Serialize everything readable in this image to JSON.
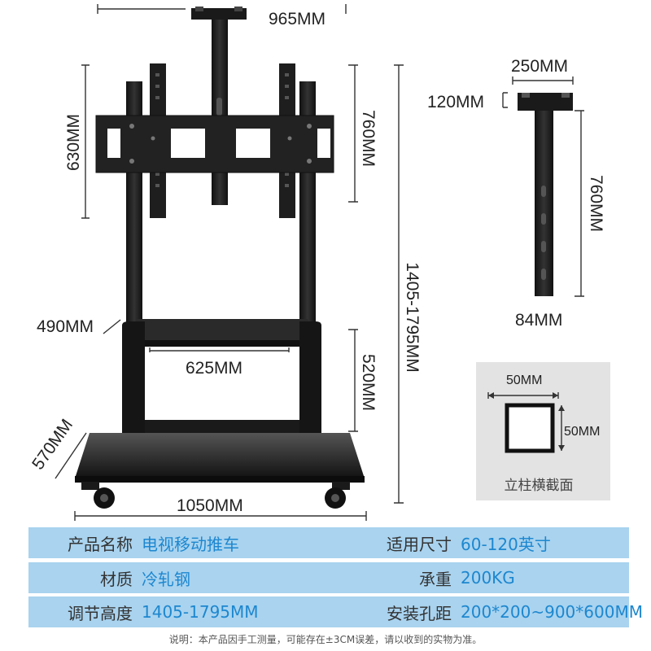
{
  "dimensions": {
    "top_width": "965MM",
    "mount_height": "630MM",
    "bracket_height": "760MM",
    "total_height": "1405-1795MM",
    "shelf_depth": "490MM",
    "shelf_width": "625MM",
    "shelf_height": "520MM",
    "base_depth": "570MM",
    "base_width": "1050MM",
    "arm_width": "250MM",
    "arm_depth": "120MM",
    "arm_height": "760MM",
    "arm_bottom": "84MM"
  },
  "cross_section": {
    "width": "50MM",
    "height": "50MM",
    "caption": "立柱横截面"
  },
  "specs": [
    [
      {
        "label": "产品名称",
        "value": "电视移动推车"
      },
      {
        "label": "适用尺寸",
        "value": "60-120英寸"
      }
    ],
    [
      {
        "label": "材质",
        "value": "冷轧钢"
      },
      {
        "label": "承重",
        "value": "200KG"
      }
    ],
    [
      {
        "label": "调节高度",
        "value": "1405-1795MM"
      },
      {
        "label": "安装孔距",
        "value": "200*200~900*600MM"
      }
    ]
  ],
  "note": "说明：本产品因手工测量，可能存在±3CM误差，请以收到的实物为准。",
  "colors": {
    "accent": "#1d87cf",
    "row_bg": "#a9d3ef",
    "product": "#1a1a1a"
  }
}
